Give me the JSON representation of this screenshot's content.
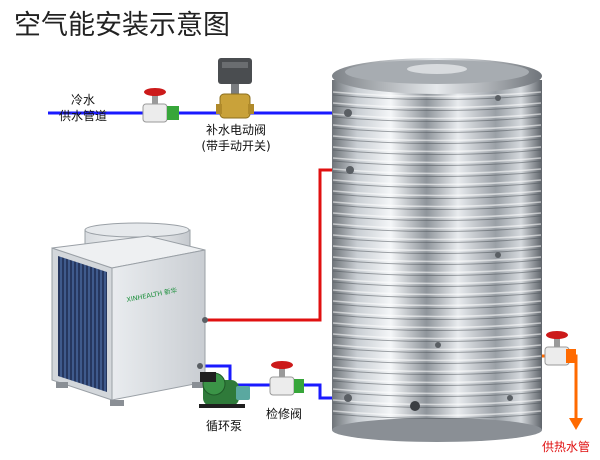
{
  "title": "空气能安装示意图",
  "labels": {
    "cold_water_line1": "冷水",
    "cold_water_line2": "供水管道",
    "solenoid_valve_line1": "补水电动阀",
    "solenoid_valve_line2": "(带手动开关)",
    "circulation_pump": "循环泵",
    "service_valve": "检修阀",
    "hot_water_supply": "供热水管"
  },
  "heat_pump_brand": "XINHEALTH 新华",
  "colors": {
    "cold_pipe": "#1a1aff",
    "hot_pipe": "#e01010",
    "outlet_pipe": "#ff6a00",
    "valve_handle": "#cc1a1a",
    "valve_body": "#37a63a",
    "hot_label": "#e01010"
  }
}
